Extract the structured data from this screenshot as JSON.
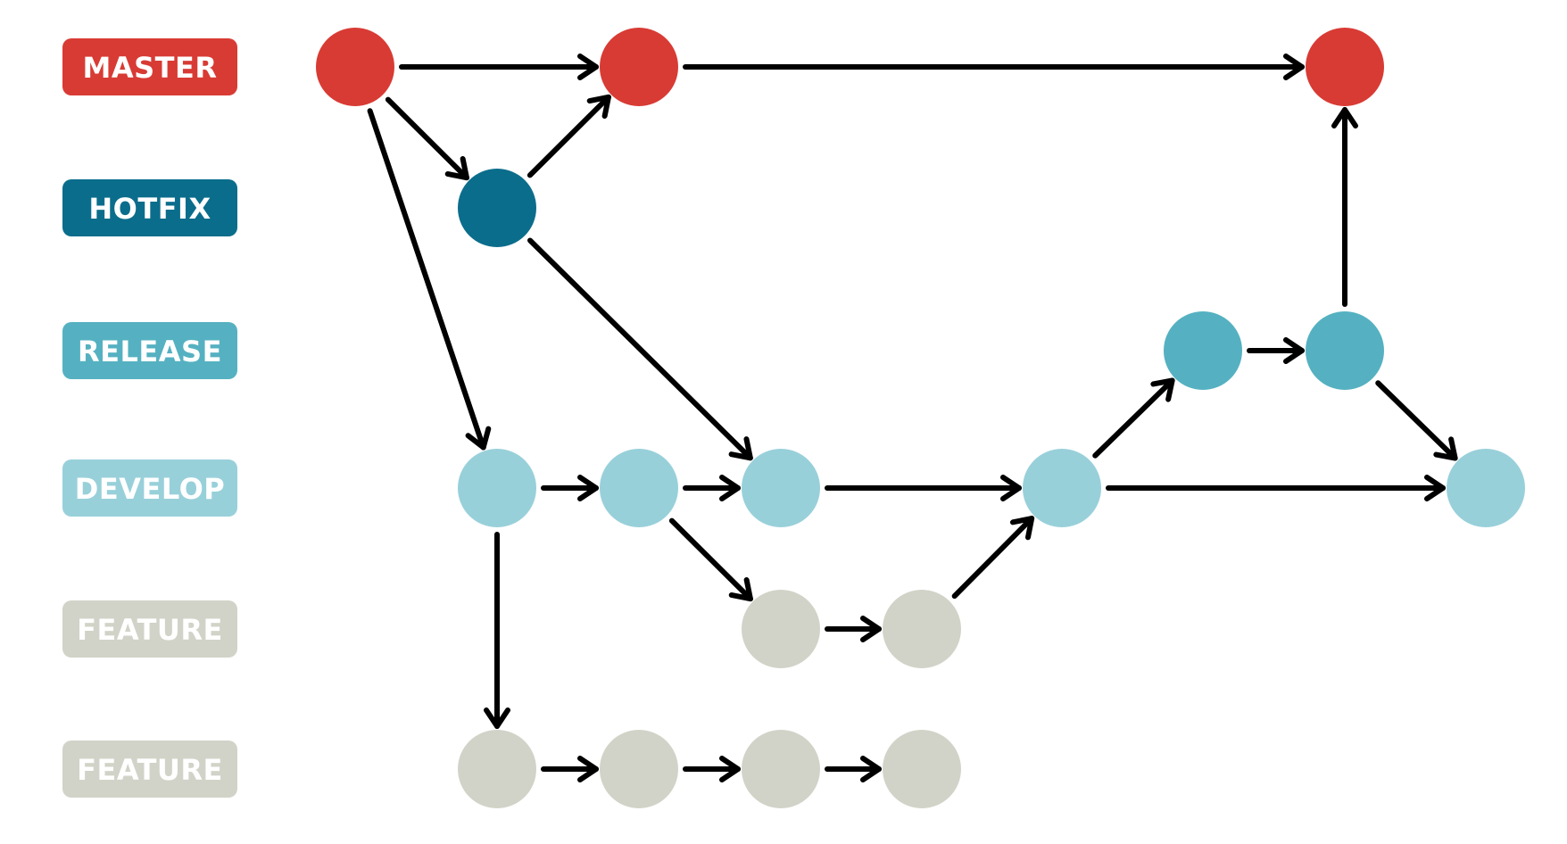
{
  "branches": [
    {
      "id": "master",
      "label": "MASTER",
      "color": "#d83b34"
    },
    {
      "id": "hotfix",
      "label": "HOTFIX",
      "color": "#0b6d8c"
    },
    {
      "id": "release",
      "label": "RELEASE",
      "color": "#55b1c1"
    },
    {
      "id": "develop",
      "label": "DEVELOP",
      "color": "#98d0da"
    },
    {
      "id": "feature1",
      "label": "FEATURE",
      "color": "#d2d3c8"
    },
    {
      "id": "feature2",
      "label": "FEATURE",
      "color": "#d2d3c8"
    }
  ],
  "commits": [
    {
      "id": "m1",
      "branch": "master"
    },
    {
      "id": "m2",
      "branch": "master"
    },
    {
      "id": "m3",
      "branch": "master"
    },
    {
      "id": "h1",
      "branch": "hotfix"
    },
    {
      "id": "r1",
      "branch": "release"
    },
    {
      "id": "r2",
      "branch": "release"
    },
    {
      "id": "d1",
      "branch": "develop"
    },
    {
      "id": "d2",
      "branch": "develop"
    },
    {
      "id": "d3",
      "branch": "develop"
    },
    {
      "id": "d4",
      "branch": "develop"
    },
    {
      "id": "d5",
      "branch": "develop"
    },
    {
      "id": "fa1",
      "branch": "feature1"
    },
    {
      "id": "fa2",
      "branch": "feature1"
    },
    {
      "id": "fb1",
      "branch": "feature2"
    },
    {
      "id": "fb2",
      "branch": "feature2"
    },
    {
      "id": "fb3",
      "branch": "feature2"
    },
    {
      "id": "fb4",
      "branch": "feature2"
    }
  ],
  "edges": [
    {
      "from": "m1",
      "to": "m2"
    },
    {
      "from": "m2",
      "to": "m3"
    },
    {
      "from": "m1",
      "to": "h1"
    },
    {
      "from": "h1",
      "to": "m2"
    },
    {
      "from": "m1",
      "to": "d1"
    },
    {
      "from": "h1",
      "to": "d3"
    },
    {
      "from": "d1",
      "to": "d2"
    },
    {
      "from": "d2",
      "to": "d3"
    },
    {
      "from": "d3",
      "to": "d4"
    },
    {
      "from": "d4",
      "to": "d5"
    },
    {
      "from": "d2",
      "to": "fa1"
    },
    {
      "from": "fa1",
      "to": "fa2"
    },
    {
      "from": "fa2",
      "to": "d4"
    },
    {
      "from": "d4",
      "to": "r1"
    },
    {
      "from": "r1",
      "to": "r2"
    },
    {
      "from": "r2",
      "to": "m3"
    },
    {
      "from": "r2",
      "to": "d5"
    },
    {
      "from": "d1",
      "to": "fb1"
    },
    {
      "from": "fb1",
      "to": "fb2"
    },
    {
      "from": "fb2",
      "to": "fb3"
    },
    {
      "from": "fb3",
      "to": "fb4"
    }
  ]
}
